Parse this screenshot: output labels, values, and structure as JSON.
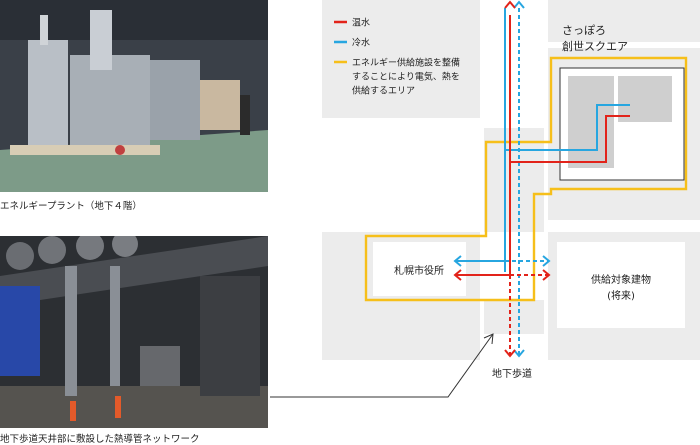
{
  "photo_captions": {
    "top": "エネルギープラント（地下４階）",
    "bottom": "地下歩道天井部に敷設した熱導管ネットワーク"
  },
  "legend": {
    "hot_water": "温水",
    "cold_water": "冷水",
    "area_line1": "エネルギー供給施設を整備",
    "area_line2": "することにより電気、熱を",
    "area_line3": "供給するエリア"
  },
  "buildings": {
    "square_line1": "さっぽろ",
    "square_line2": "創世スクエア",
    "city_hall": "札幌市役所",
    "future_line1": "供給対象建物",
    "future_line2": "(将来)"
  },
  "walkway": "地下歩道",
  "colors": {
    "hot_water": "#e2231a",
    "cold_water": "#27a6e0",
    "supply_area": "#f6bf1a",
    "block_gray": "#ececec",
    "building_gray": "#cfcfcf"
  },
  "icons": {
    "hot": "red-line-icon",
    "cold": "blue-line-icon",
    "area": "yellow-line-icon"
  }
}
